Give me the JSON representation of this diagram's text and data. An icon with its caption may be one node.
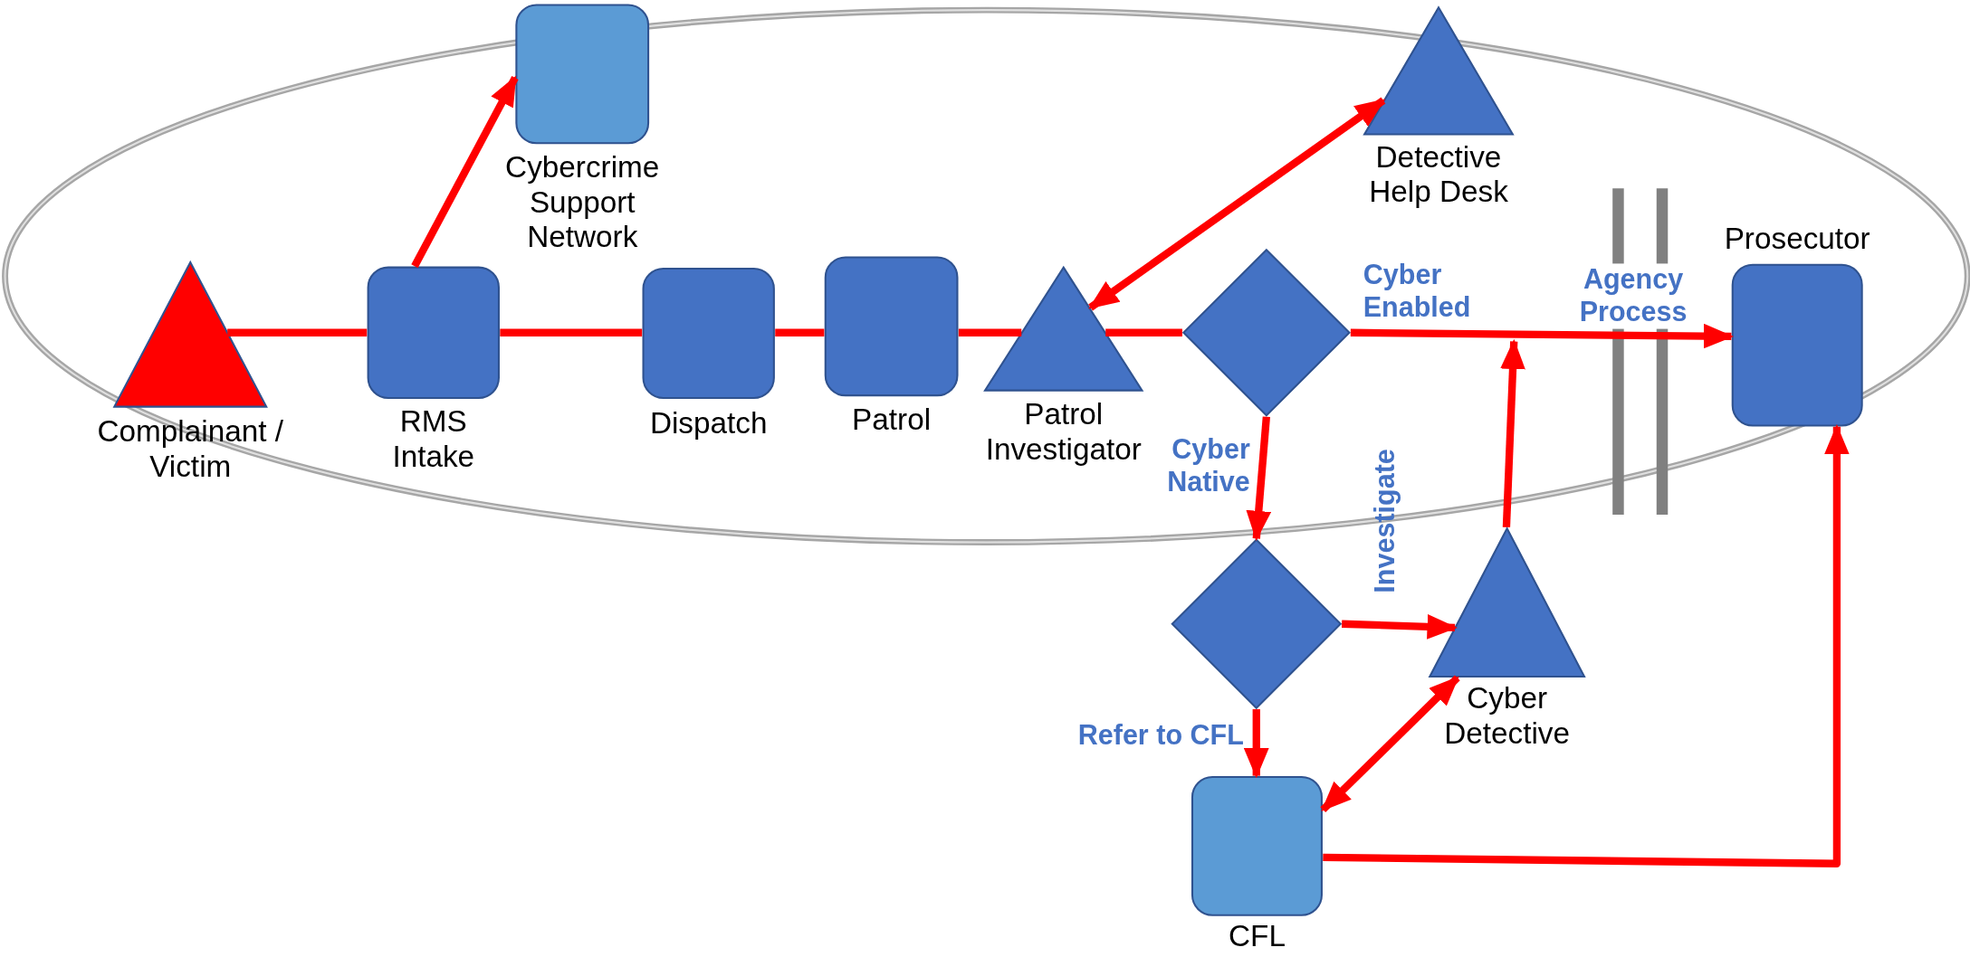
{
  "diagram": {
    "nodes": [
      {
        "text": [
          "Complainant / Victim"
        ]
      },
      {
        "text": [
          "Cybercrime Support Network"
        ]
      },
      {
        "text": [
          "RMS Intake"
        ]
      },
      {
        "text": [
          "Dispatch"
        ]
      },
      {
        "text": [
          "Patrol"
        ]
      },
      {
        "text": [
          "Patrol Investigator"
        ]
      },
      {
        "text": [
          "Detective Help Desk"
        ]
      },
      {
        "text": [],
        "shape": "diamond"
      },
      {
        "text": [
          "Prosecutor"
        ]
      },
      {
        "text": [],
        "shape": "diamond"
      },
      {
        "text": [
          "Cyber Detective"
        ]
      },
      {
        "text": [
          "CFL"
        ]
      }
    ],
    "edges": [
      {
        "from": 0,
        "to": 2,
        "arrow": "none"
      },
      {
        "from": 2,
        "to": 3,
        "arrow": "none"
      },
      {
        "from": 3,
        "to": 4,
        "arrow": "none"
      },
      {
        "from": 4,
        "to": 5,
        "arrow": "none"
      },
      {
        "from": 5,
        "to": 7,
        "arrow": "none"
      },
      {
        "from": 7,
        "to": 8,
        "arrow": "to",
        "label": "Agency Process"
      },
      {
        "from": 2,
        "to": 1,
        "arrow": "to"
      },
      {
        "from": 5,
        "to": 6,
        "arrow": "both"
      },
      {
        "from": 7,
        "to": 9,
        "arrow": "to",
        "label": "Cyber Native"
      },
      {
        "from": 9,
        "to": 10,
        "arrow": "to",
        "label": "Investigate"
      },
      {
        "from": 9,
        "to": 11,
        "arrow": "to",
        "label": "Refer to CFL"
      },
      {
        "from": 10,
        "to": null,
        "arrow": "to"
      },
      {
        "from": 10,
        "to": 11,
        "arrow": "both"
      },
      {
        "from": 11,
        "to": 8,
        "arrow": "to"
      }
    ],
    "labels": [
      "Cyber Enabled"
    ]
  }
}
